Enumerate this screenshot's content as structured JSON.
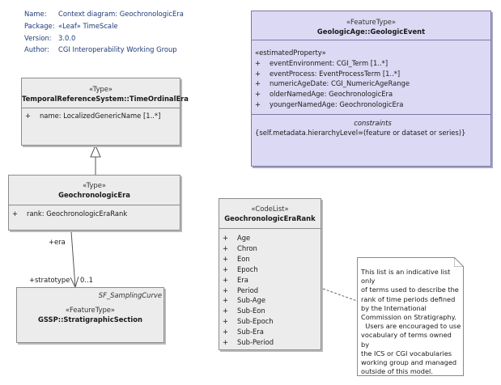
{
  "meta": {
    "rows": [
      {
        "key": "Name:",
        "value": "Context diagram: GeochronologicEra"
      },
      {
        "key": "Package:",
        "value": "«Leaf» TimeScale"
      },
      {
        "key": "Version:",
        "value": "3.0.0"
      },
      {
        "key": "Author:",
        "value": "CGI Interoperability Working Group"
      }
    ]
  },
  "geologic_event": {
    "stereotype": "«FeatureType»",
    "name": "GeologicAge::GeologicEvent",
    "section_stereotype": "«estimatedProperty»",
    "attributes": [
      {
        "vis": "+",
        "text": "eventEnvironment: CGI_Term [1..*]"
      },
      {
        "vis": "+",
        "text": "eventProcess: EventProcessTerm [1..*]"
      },
      {
        "vis": "+",
        "text": "numericAgeDate: CGI_NumericAgeRange"
      },
      {
        "vis": "+",
        "text": "olderNamedAge: GeochronologicEra"
      },
      {
        "vis": "+",
        "text": "youngerNamedAge: GeochronologicEra"
      }
    ],
    "constraints_title": "constraints",
    "constraint": "{self.metadata.hierarchyLevel=(feature or dataset or series)}"
  },
  "time_ordinal_era": {
    "stereotype": "«Type»",
    "name": "TemporalReferenceSystem::TimeOrdinalEra",
    "attributes": [
      {
        "vis": "+",
        "text": "name: LocalizedGenericName [1..*]"
      }
    ]
  },
  "geochronologic_era": {
    "stereotype": "«Type»",
    "name": "GeochronologicEra",
    "attributes": [
      {
        "vis": "+",
        "text": "rank: GeochronologicEraRank"
      }
    ]
  },
  "gssp": {
    "parent_label": "SF_SamplingCurve",
    "stereotype": "«FeatureType»",
    "name": "GSSP::StratigraphicSection"
  },
  "era_rank": {
    "stereotype": "«CodeList»",
    "name": "GeochronologicEraRank",
    "items": [
      {
        "vis": "+",
        "text": "Age"
      },
      {
        "vis": "+",
        "text": "Chron"
      },
      {
        "vis": "+",
        "text": "Eon"
      },
      {
        "vis": "+",
        "text": "Epoch"
      },
      {
        "vis": "+",
        "text": "Era"
      },
      {
        "vis": "+",
        "text": "Period"
      },
      {
        "vis": "+",
        "text": "Sub-Age"
      },
      {
        "vis": "+",
        "text": "Sub-Eon"
      },
      {
        "vis": "+",
        "text": "Sub-Epoch"
      },
      {
        "vis": "+",
        "text": "Sub-Era"
      },
      {
        "vis": "+",
        "text": "Sub-Period"
      }
    ]
  },
  "association": {
    "role_era": "+era",
    "role_stratotype": "+stratotype",
    "multiplicity": "0..1"
  },
  "note": {
    "lines": [
      "This list is an indicative list only",
      "of terms used to describe the",
      "rank of time periods defined",
      "by the International",
      "Commission on Stratigraphy.",
      "  Users are encouraged to use",
      "vocabulary of terms owned by",
      "the ICS or CGI vocabularies",
      "working group and managed",
      "outside of this model."
    ]
  },
  "colors": {
    "feature_type_fill": "#dcd9f4",
    "class_fill": "#ececec",
    "meta_text": "#1f3c78"
  }
}
